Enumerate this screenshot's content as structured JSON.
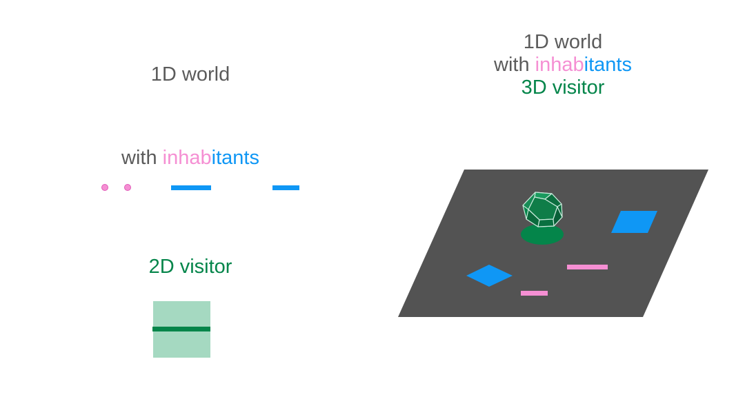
{
  "left": {
    "title": "1D world",
    "inhabitants_prefix": "with ",
    "inhabitants_pink": "inhab",
    "inhabitants_blue": "itants",
    "visitor": "2D visitor"
  },
  "right": {
    "line1": "1D world",
    "line2_prefix": "with ",
    "line2_pink": "inhab",
    "line2_blue": "itants",
    "line3": "3D visitor"
  },
  "colors": {
    "text": "#5b5b5b",
    "pink": "#f58fd3",
    "blue": "#0f97f5",
    "green": "#04854a",
    "light_green": "#a5d9c1",
    "plane": "#535353"
  },
  "icons": {
    "visitor_3d": "dodecahedron-icon"
  }
}
